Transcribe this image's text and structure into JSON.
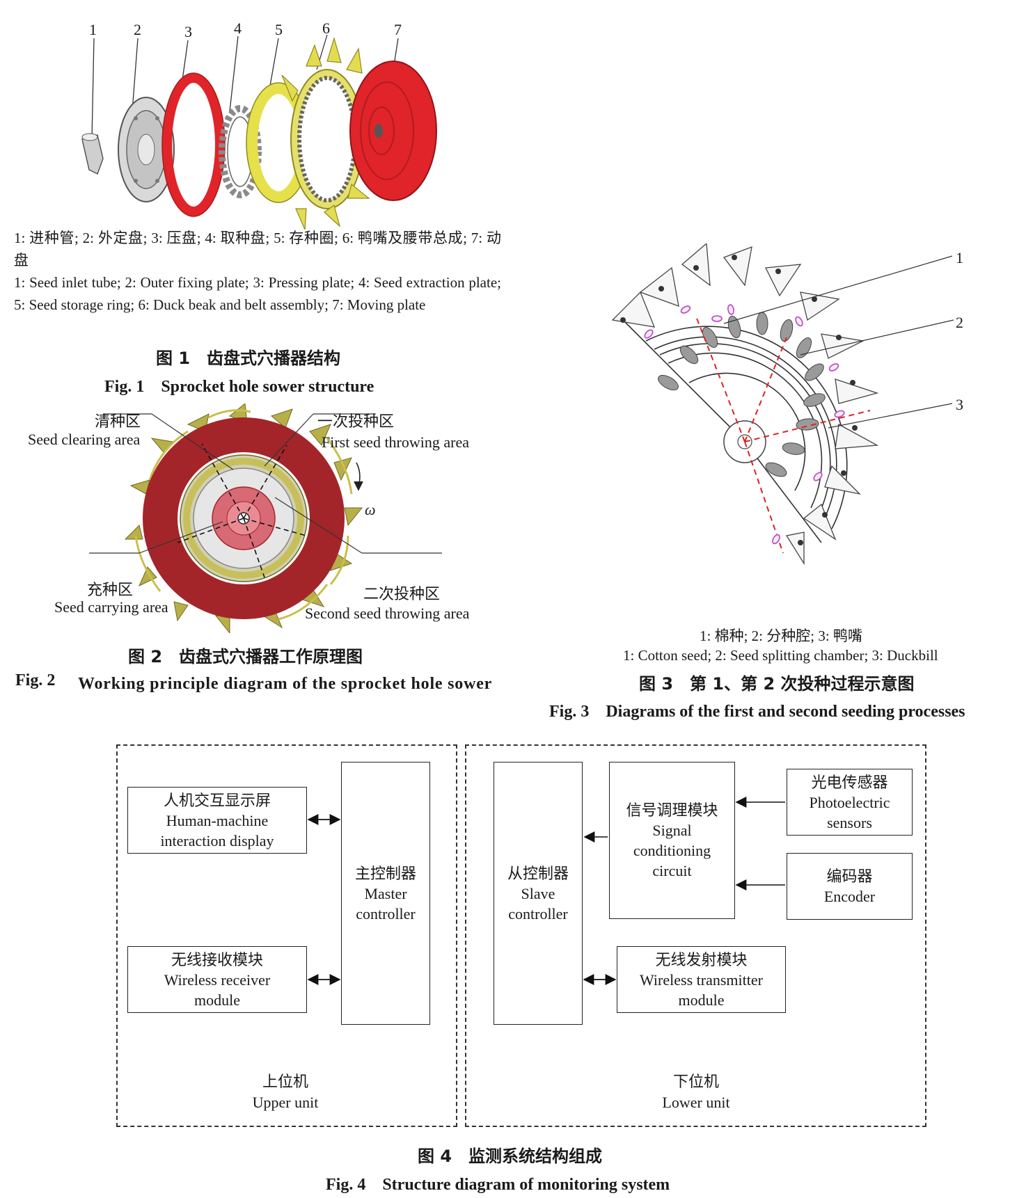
{
  "fig1": {
    "part_numbers": [
      "1",
      "2",
      "3",
      "4",
      "5",
      "6",
      "7"
    ],
    "legend_cn": "1: 进种管; 2: 外定盘; 3: 压盘; 4: 取种盘; 5: 存种圈; 6: 鸭嘴及腰带总成; 7: 动盘",
    "legend_en": "1: Seed inlet tube; 2: Outer fixing plate; 3: Pressing plate; 4: Seed extraction plate; 5: Seed storage ring; 6: Duck beak and belt assembly; 7: Moving plate",
    "caption_cn": "图 1　齿盘式穴播器结构",
    "caption_en": "Fig. 1　Sprocket hole sower structure",
    "colors": {
      "ring": "#e0242a",
      "storage": "#e6e04a",
      "metal": "#9a9a9a"
    }
  },
  "fig2": {
    "zones": [
      {
        "cn": "清种区",
        "en": "Seed clearing area"
      },
      {
        "cn": "一次投种区",
        "en": "First seed throwing area"
      },
      {
        "cn": "充种区",
        "en": "Seed carrying area"
      },
      {
        "cn": "二次投种区",
        "en": "Second seed throwing area"
      }
    ],
    "omega": "ω",
    "caption_cn": "图 2　齿盘式穴播器工作原理图",
    "caption_en_label": "Fig. 2",
    "caption_en": "Working principle diagram of the sprocket hole sower",
    "colors": {
      "outer": "#a3252a",
      "tooth": "#b7b04a"
    }
  },
  "fig3": {
    "labels": [
      "1",
      "2",
      "3"
    ],
    "legend_cn": "1: 棉种; 2: 分种腔; 3: 鸭嘴",
    "legend_en": "1: Cotton seed; 2: Seed splitting chamber; 3: Duckbill",
    "caption_cn": "图 3　第 1、第 2 次投种过程示意图",
    "caption_en": "Fig. 3　Diagrams of the first and second seeding processes",
    "colors": {
      "seed": "#c050c8",
      "guide": "#dd2222"
    }
  },
  "fig4": {
    "upper": {
      "display_cn": "人机交互显示屏",
      "display_en1": "Human-machine",
      "display_en2": "interaction display",
      "receiver_cn": "无线接收模块",
      "receiver_en1": "Wireless receiver",
      "receiver_en2": "module",
      "master_cn": "主控制器",
      "master_en1": "Master",
      "master_en2": "controller",
      "unit_cn": "上位机",
      "unit_en": "Upper unit"
    },
    "lower": {
      "slave_cn": "从控制器",
      "slave_en1": "Slave",
      "slave_en2": "controller",
      "signal_cn": "信号调理模块",
      "signal_en1": "Signal",
      "signal_en2": "conditioning",
      "signal_en3": "circuit",
      "photo_cn": "光电传感器",
      "photo_en1": "Photoelectric",
      "photo_en2": "sensors",
      "encoder_cn": "编码器",
      "encoder_en": "Encoder",
      "transmitter_cn": "无线发射模块",
      "transmitter_en1": "Wireless transmitter",
      "transmitter_en2": "module",
      "unit_cn": "下位机",
      "unit_en": "Lower unit"
    },
    "caption_cn": "图 4　监测系统结构组成",
    "caption_en": "Fig. 4　Structure diagram of monitoring system"
  }
}
